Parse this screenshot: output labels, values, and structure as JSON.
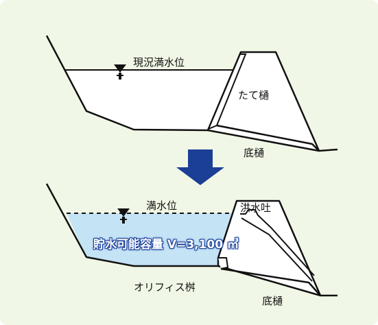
{
  "top_diagram": {
    "water_level_label": "現況満水位",
    "tower_label": "たて樋",
    "bottom_pipe_label": "底樋"
  },
  "bottom_diagram": {
    "water_level_label": "満水位",
    "spillway_label": "洪水吐",
    "capacity_label": "貯水可能容量 V=3,100 ㎥",
    "orifice_label": "オリフィス桝",
    "bottom_pipe_label": "底樋"
  },
  "colors": {
    "panel_background": "#f1f7e6",
    "water_fill": "#c4e3f5",
    "arrow": "#1b3f95",
    "capacity_text_outline": "#1a3f9a"
  },
  "icons": {
    "water_level_marker": "inverted-triangle-marker",
    "transition_arrow": "down-arrow"
  }
}
